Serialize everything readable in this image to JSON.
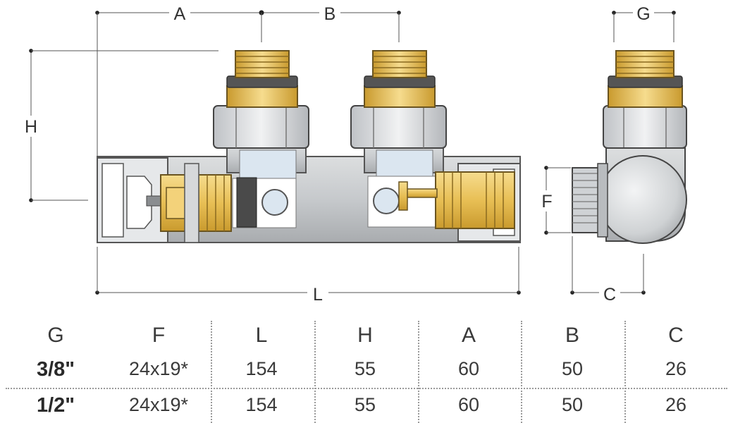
{
  "dimension_labels": {
    "a": "A",
    "b": "B",
    "g": "G",
    "h": "H",
    "f": "F",
    "l": "L",
    "c": "C"
  },
  "table": {
    "headers": [
      "G",
      "F",
      "L",
      "H",
      "A",
      "B",
      "C"
    ],
    "rows": [
      [
        "3/8\"",
        "24x19*",
        "154",
        "55",
        "60",
        "50",
        "26"
      ],
      [
        "1/2\"",
        "24x19*",
        "154",
        "55",
        "60",
        "50",
        "26"
      ]
    ]
  },
  "colors": {
    "brass": "#e9c25a",
    "nut_silver": "#d8dadd",
    "body_grey": "#c9cccf",
    "section_blue": "#dbe6f0",
    "section_white": "#ffffff",
    "rubber_dark": "#4a4a4a"
  }
}
